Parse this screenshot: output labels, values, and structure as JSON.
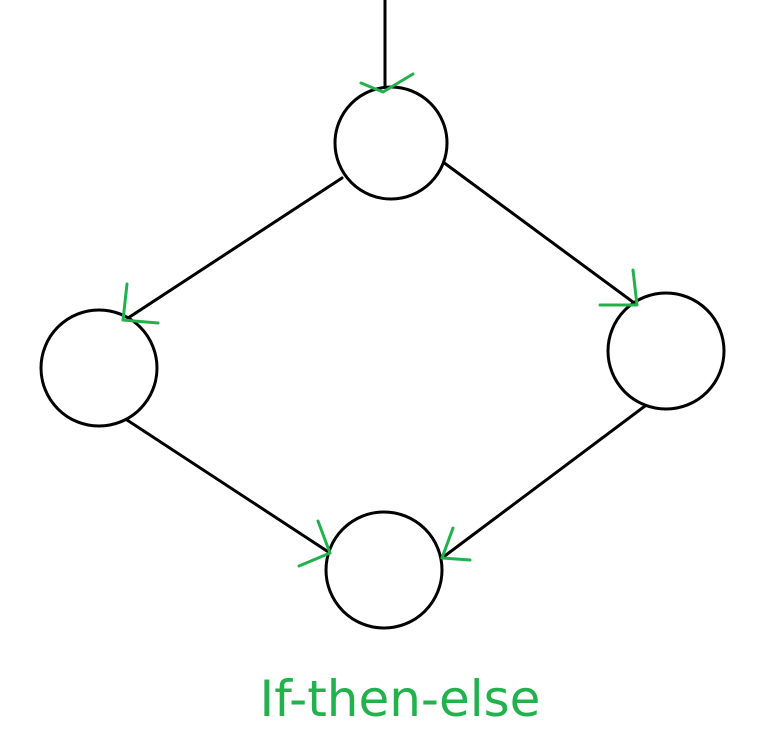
{
  "diagram": {
    "caption": "If-then-else",
    "nodes": [
      {
        "id": "entry"
      },
      {
        "id": "then"
      },
      {
        "id": "else"
      },
      {
        "id": "merge"
      }
    ],
    "edges": [
      {
        "from": "start",
        "to": "entry"
      },
      {
        "from": "entry",
        "to": "then"
      },
      {
        "from": "entry",
        "to": "else"
      },
      {
        "from": "then",
        "to": "merge"
      },
      {
        "from": "else",
        "to": "merge"
      }
    ],
    "colors": {
      "line": "#000000",
      "arrow": "#22b14c",
      "caption": "#22b14c"
    }
  }
}
